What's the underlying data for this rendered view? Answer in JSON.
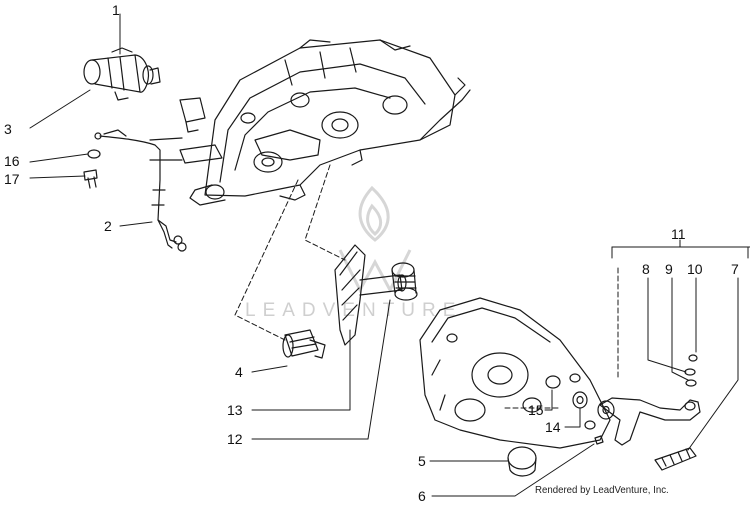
{
  "diagram": {
    "callouts": [
      {
        "id": "c1",
        "label": "1"
      },
      {
        "id": "c3",
        "label": "3"
      },
      {
        "id": "c16",
        "label": "16"
      },
      {
        "id": "c17",
        "label": "17"
      },
      {
        "id": "c2",
        "label": "2"
      },
      {
        "id": "c11",
        "label": "11"
      },
      {
        "id": "c8",
        "label": "8"
      },
      {
        "id": "c9",
        "label": "9"
      },
      {
        "id": "c10",
        "label": "10"
      },
      {
        "id": "c7",
        "label": "7"
      },
      {
        "id": "c4",
        "label": "4"
      },
      {
        "id": "c13",
        "label": "13"
      },
      {
        "id": "c12",
        "label": "12"
      },
      {
        "id": "c15",
        "label": "15"
      },
      {
        "id": "c14",
        "label": "14"
      },
      {
        "id": "c5",
        "label": "5"
      },
      {
        "id": "c6",
        "label": "6"
      }
    ],
    "watermark": "LEADVENTURE",
    "footer": "Rendered by LeadVenture, Inc."
  },
  "colors": {
    "line": "#1a1a1a",
    "watermark": "#cfcfcf",
    "background": "#ffffff"
  }
}
